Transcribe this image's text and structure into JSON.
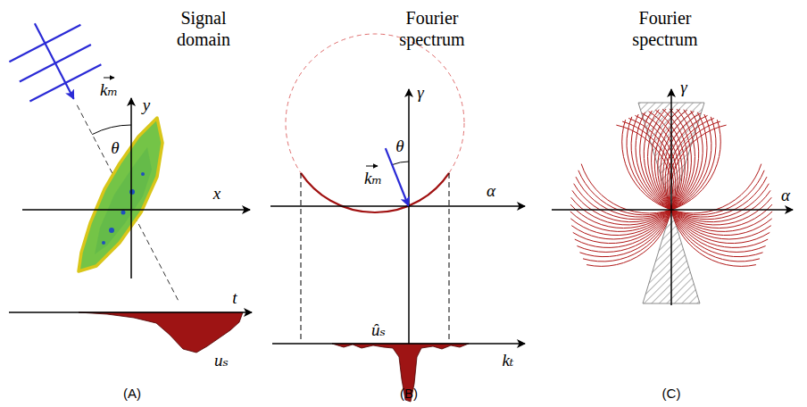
{
  "diagram": {
    "labels": [
      "Signal domain",
      "Fourier spectrum",
      "Fourier spectrum",
      "y",
      "x",
      "θ",
      "kₘ",
      "t",
      "uₛ",
      "(A)",
      "γ",
      "α",
      "θ",
      "kₘ",
      "ûₛ",
      "kₜ",
      "(B)",
      "γ",
      "α",
      "(C)"
    ]
  }
}
